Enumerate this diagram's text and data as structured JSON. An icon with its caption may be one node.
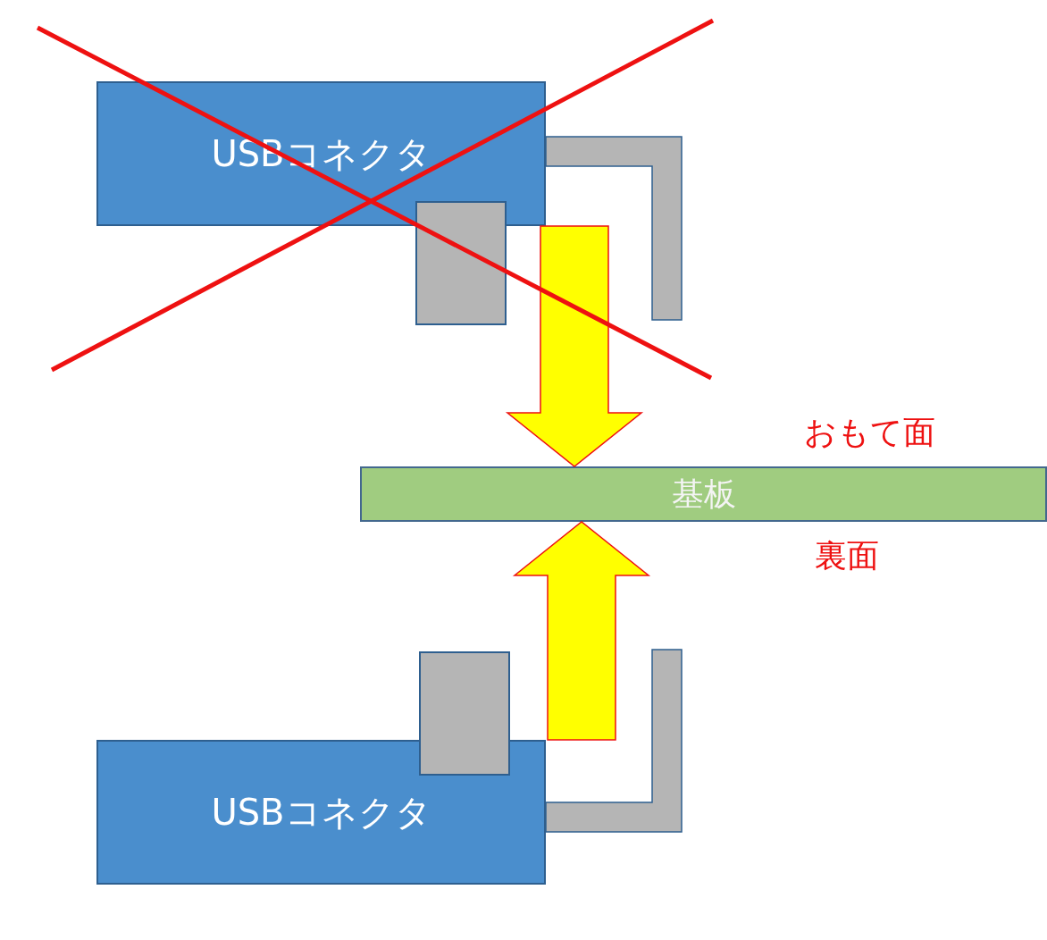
{
  "diagram": {
    "nodes": [
      {
        "text": [
          "USBコネクタ"
        ]
      },
      {
        "text": [],
        "shape": "box"
      },
      {
        "text": [],
        "shape": "bar"
      },
      {
        "text": [
          "基板"
        ],
        "beside": [
          "おもて面",
          "裏面"
        ]
      },
      {
        "text": [],
        "shape": "box"
      },
      {
        "text": [],
        "shape": "bar"
      },
      {
        "text": [
          "USBコネクタ"
        ]
      }
    ],
    "edges": [
      {
        "from": 0,
        "to": 3,
        "arrow": "to"
      },
      {
        "from": 6,
        "to": 3,
        "arrow": "to"
      }
    ]
  }
}
